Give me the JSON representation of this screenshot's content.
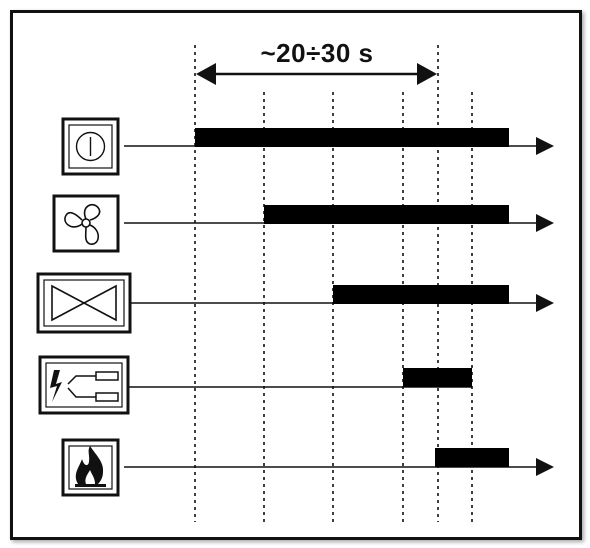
{
  "duration_label": "~20÷30 s",
  "rows": [
    {
      "id": "power",
      "icon": "power-switch-icon"
    },
    {
      "id": "fan",
      "icon": "fan-icon"
    },
    {
      "id": "valve",
      "icon": "valve-icon"
    },
    {
      "id": "ignition",
      "icon": "ignition-electrodes-icon"
    },
    {
      "id": "flame",
      "icon": "flame-icon"
    }
  ],
  "colors": {
    "line": "#111111",
    "bar": "#000000",
    "background": "#ffffff"
  }
}
